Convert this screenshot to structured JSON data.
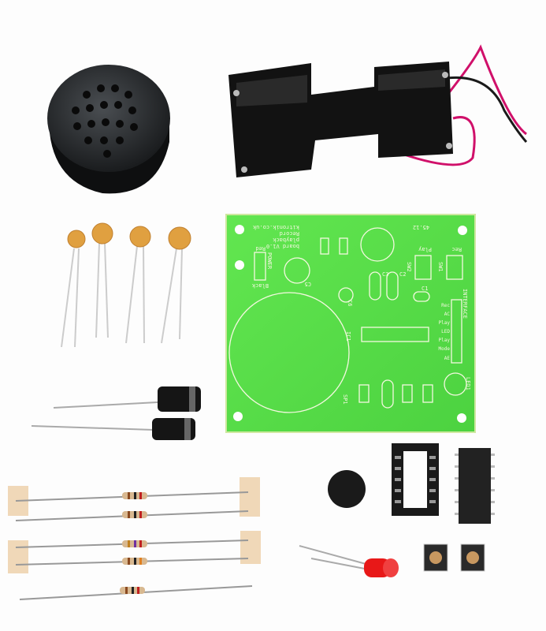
{
  "colors": {
    "pcb": "#58e24a",
    "silkscreen": "#f4f8e0",
    "background": "#fdfdfd",
    "component_black": "#151515",
    "capacitor_ceramic": "#e0a040",
    "wire_red": "#d0106a",
    "led_red": "#e81818",
    "resistor_body": "#d8b890",
    "tape": "#f0d8b8"
  },
  "pcb_silkscreen": {
    "title_lines": [
      "board V1.0",
      "playback",
      "Record",
      "kitronik.co.uk"
    ],
    "date": "45.12",
    "labels": [
      "Play",
      "Rec",
      "POWER",
      "Red",
      "Black",
      "C5",
      "C6",
      "IC1",
      "INTERFACE",
      "LED1",
      "SP1",
      "SW1",
      "SW2",
      "C1",
      "C2",
      "C3"
    ],
    "interface_pins": [
      "Rec",
      "AC",
      "Play",
      "LED",
      "Play",
      "Mode",
      "AE"
    ]
  },
  "components": [
    "speaker",
    "battery-holder",
    "ceramic-capacitor",
    "electrolytic-capacitor",
    "pcb",
    "resistor",
    "ic-socket",
    "ic-chip",
    "microphone",
    "led",
    "push-button"
  ]
}
